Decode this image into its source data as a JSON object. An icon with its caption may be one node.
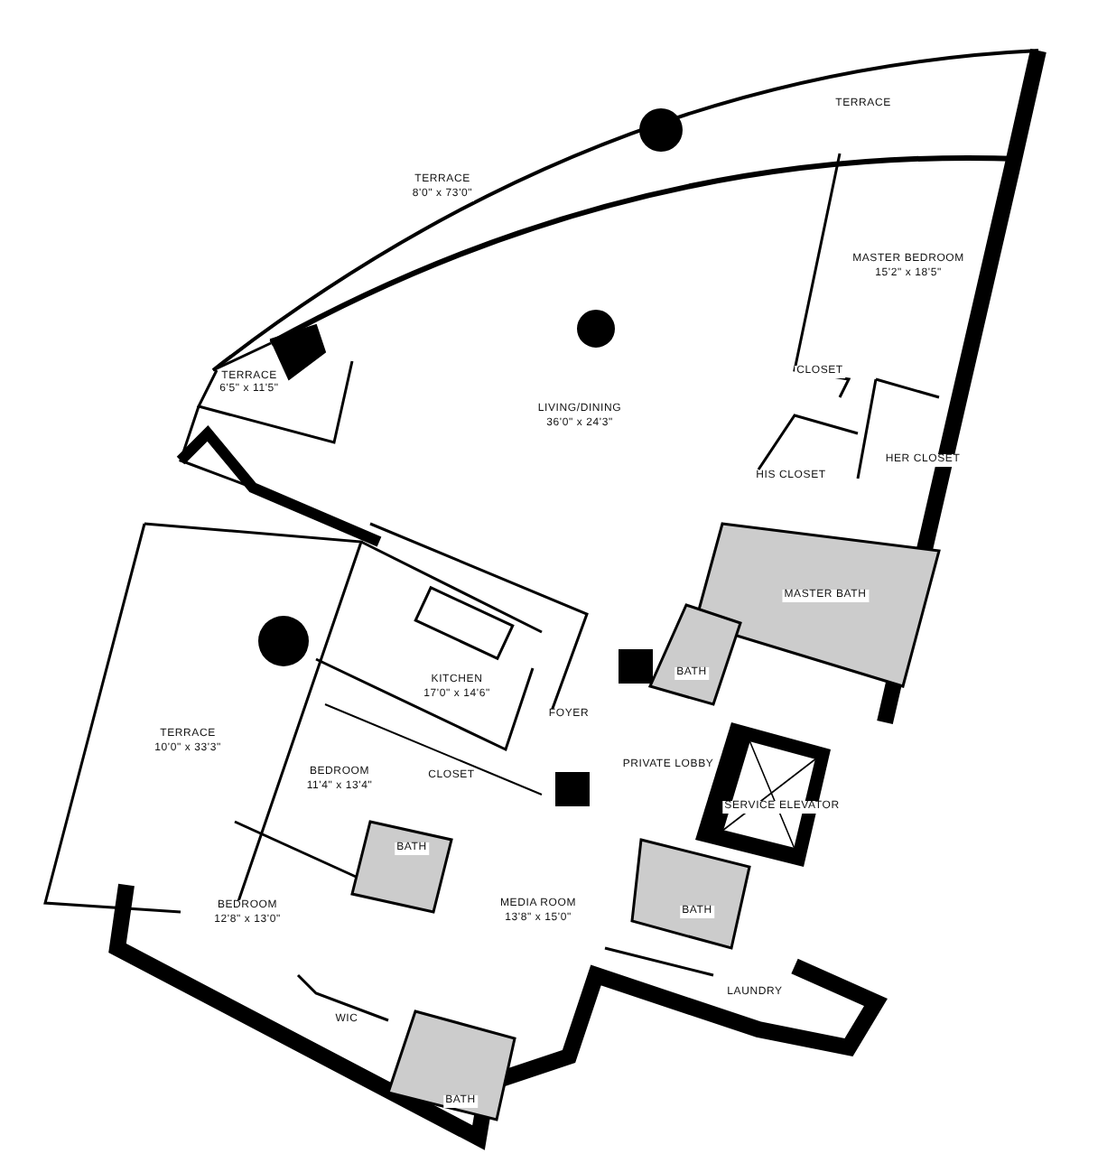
{
  "diagram": {
    "labels": [
      "TERRACE",
      "TERRACE",
      "8'0\" x 73'0\"",
      "MASTER BEDROOM",
      "15'2\" x 18'5\"",
      "TERRACE",
      "6'5\" x 11'5\"",
      "CLOSET",
      "LIVING/DINING",
      "36'0\" x 24'3\"",
      "HIS CLOSET",
      "HER CLOSET",
      "MASTER BATH",
      "BATH",
      "KITCHEN",
      "17'0\" x 14'6\"",
      "FOYER",
      "TERRACE",
      "10'0\" x 33'3\"",
      "PRIVATE LOBBY",
      "BEDROOM",
      "11'4\" x 13'4\"",
      "CLOSET",
      "SERVICE ELEVATOR",
      "BATH",
      "MEDIA ROOM",
      "13'8\" x 15'0\"",
      "BEDROOM",
      "12'8\" x 13'0\"",
      "BATH",
      "LAUNDRY",
      "WIC",
      "BATH"
    ]
  }
}
